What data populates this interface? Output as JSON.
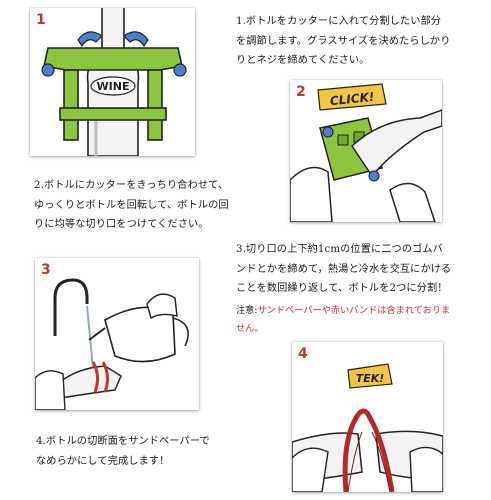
{
  "steps": [
    {
      "number": "1",
      "text_line1": "1.ボトルをカッターに入れて分割したい部分",
      "text_line2": "を調節します。グラスサイズを決めたらしかり",
      "text_line3": "りとネジを締めてください。",
      "bottle_label": "WINE"
    },
    {
      "number": "2",
      "text_line1": "2.ボトルにカッターをきっちり合わせて、",
      "text_line2": "ゆっくりとボトルを回転して、ボトルの回",
      "text_line3": "りに均等な切り口をつけてください。",
      "sound": "CLICK!"
    },
    {
      "number": "3",
      "text_line1": "3.切り口の上下約1cmの位置に二つのゴムバ",
      "text_line2": "ンドとかを締めて，熱湯と冷水を交互にかける",
      "text_line3": "ことを数回繰り返して、ボトルを2つに分割！"
    },
    {
      "number": "4",
      "text_line1": "4.ボトルの切断面をサンドペーパーで",
      "text_line2": "なめらかにして完成します！",
      "sound": "TEK!"
    }
  ],
  "note": {
    "label": "注意:",
    "text_line1": "サンドペーパーや赤いバンドは含まれておりま",
    "text_line2": "せん。"
  },
  "colors": {
    "accent_red": "#c0392b",
    "cutter_green": "#8cc63f",
    "clamp_blue": "#4a7fd4",
    "sound_yellow": "#f4c542"
  }
}
